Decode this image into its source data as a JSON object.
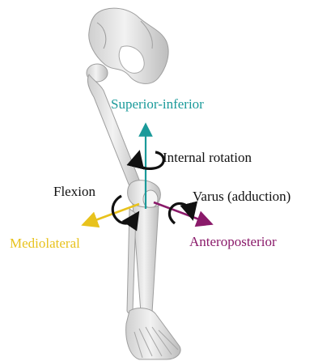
{
  "labels": {
    "superior_inferior": "Superior-inferior",
    "internal_rotation": "Internal rotation",
    "flexion": "Flexion",
    "varus": "Varus (adduction)",
    "mediolateral": "Mediolateral",
    "anteroposterior": "Anteroposterior"
  },
  "colors": {
    "superior_inferior": "#1a9a9a",
    "internal_rotation": "#111111",
    "flexion": "#111111",
    "varus": "#111111",
    "mediolateral": "#e8c21c",
    "anteroposterior": "#8a1a6a",
    "bone": "#e6e6e6",
    "bone_shadow": "#b5b5b5"
  }
}
